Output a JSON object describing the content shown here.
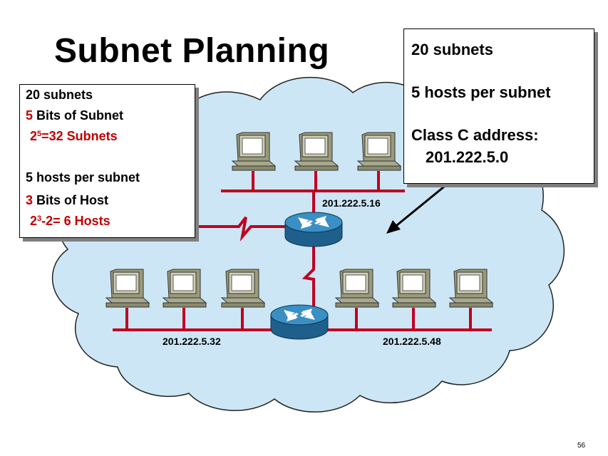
{
  "title": "Subnet Planning",
  "left_box": {
    "line1": "20 subnets",
    "line2_num": "5",
    "line2_text": " Bits of Subnet",
    "line3_base": "2",
    "line3_exp": "5",
    "line3_text": "=32 Subnets",
    "line4": "5 hosts per subnet",
    "line5_num": "3",
    "line5_text": " Bits of Host",
    "line6_base": "2",
    "line6_exp": "3",
    "line6_text": "-2= 6 Hosts"
  },
  "right_box": {
    "line1": "20 subnets",
    "line2": "5 hosts per subnet",
    "line3": "Class C address:",
    "line4": "201.222.5.0"
  },
  "network_labels": {
    "top": "201.222.5.16",
    "bottom_left": "201.222.5.32",
    "bottom_right": "201.222.5.48"
  },
  "page_number": "56",
  "colors": {
    "cloud": "#cce6f5",
    "link": "#c00020",
    "router": "#3a8fc4",
    "accent_red": "#c00000"
  }
}
